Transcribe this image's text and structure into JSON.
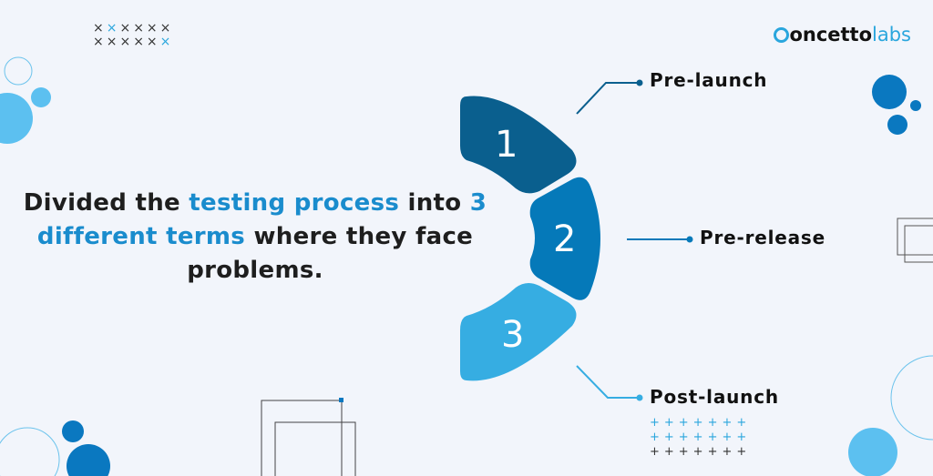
{
  "headline": {
    "part1": "Divided the ",
    "highlight1": "testing process",
    "part2": " into ",
    "highlight2": "3 different terms",
    "part3": " where they face problems."
  },
  "steps": [
    {
      "number": "1",
      "label": "Pre-launch",
      "color": "#0a5f8e"
    },
    {
      "number": "2",
      "label": "Pre-release",
      "color": "#0579b9"
    },
    {
      "number": "3",
      "label": "Post-launch",
      "color": "#36ade2"
    }
  ],
  "logo": {
    "first": "oncetto",
    "second": "labs"
  },
  "colors": {
    "background": "#f2f5fb",
    "accent": "#1a8ccd"
  }
}
